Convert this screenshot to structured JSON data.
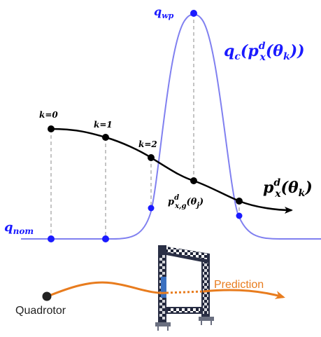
{
  "labels": {
    "q_wp": "q",
    "q_wp_sub": "wp",
    "q_c_main": "q",
    "q_c_sub": "c",
    "q_c_arg_open": "(",
    "q_c_p": "p",
    "q_c_p_sup": "d",
    "q_c_p_sub": "x",
    "q_c_theta": "(θ",
    "q_c_theta_sub": "k",
    "q_c_close": "))",
    "q_nom": "q",
    "q_nom_sub": "nom",
    "p_main": "p",
    "p_sup": "d",
    "p_sub": "x",
    "p_theta": "(θ",
    "p_theta_sub": "k",
    "p_close": ")",
    "pg_main": "p",
    "pg_sup": "d",
    "pg_sub": "x,g",
    "pg_theta": "(θ",
    "pg_theta_sub": "j",
    "pg_close": ")",
    "k0": "k=0",
    "k1": "k=1",
    "k2": "k=2",
    "prediction": "Prediction",
    "quadrotor": "Quadrotor"
  },
  "colors": {
    "gaussian": "#8080f0",
    "blue_points": "#1a1aff",
    "trajectory": "#000000",
    "prediction_arrow": "#e87c1e",
    "dashed": "#888888",
    "gate_frame": "#2a2f45",
    "gate_checker": "#ffffff"
  },
  "icons": {
    "gate": "racing-gate-icon",
    "quadrotor": "quadrotor-dot-icon"
  }
}
